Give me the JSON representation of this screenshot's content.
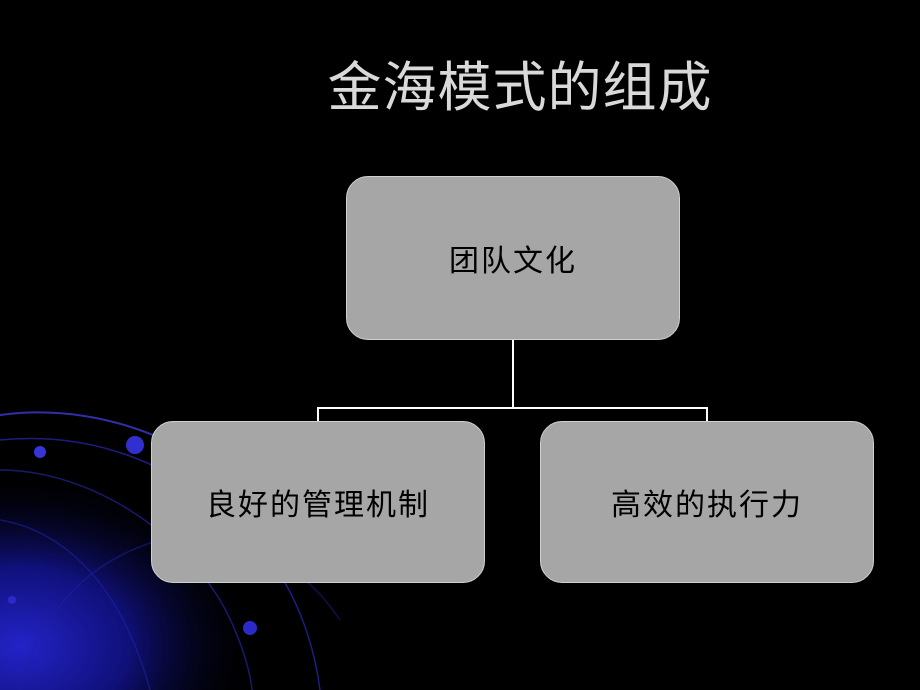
{
  "slide": {
    "title": "金海模式的组成"
  },
  "diagram": {
    "root": {
      "label": "团队文化"
    },
    "children": [
      {
        "label": "良好的管理机制"
      },
      {
        "label": "高效的执行力"
      }
    ]
  },
  "colors": {
    "background": "#000000",
    "title_text": "#d9d9d9",
    "node_fill": "#a6a6a6",
    "node_border": "#d0d0d0",
    "connector": "#ffffff",
    "decor_blue": "#1a1aa8"
  }
}
